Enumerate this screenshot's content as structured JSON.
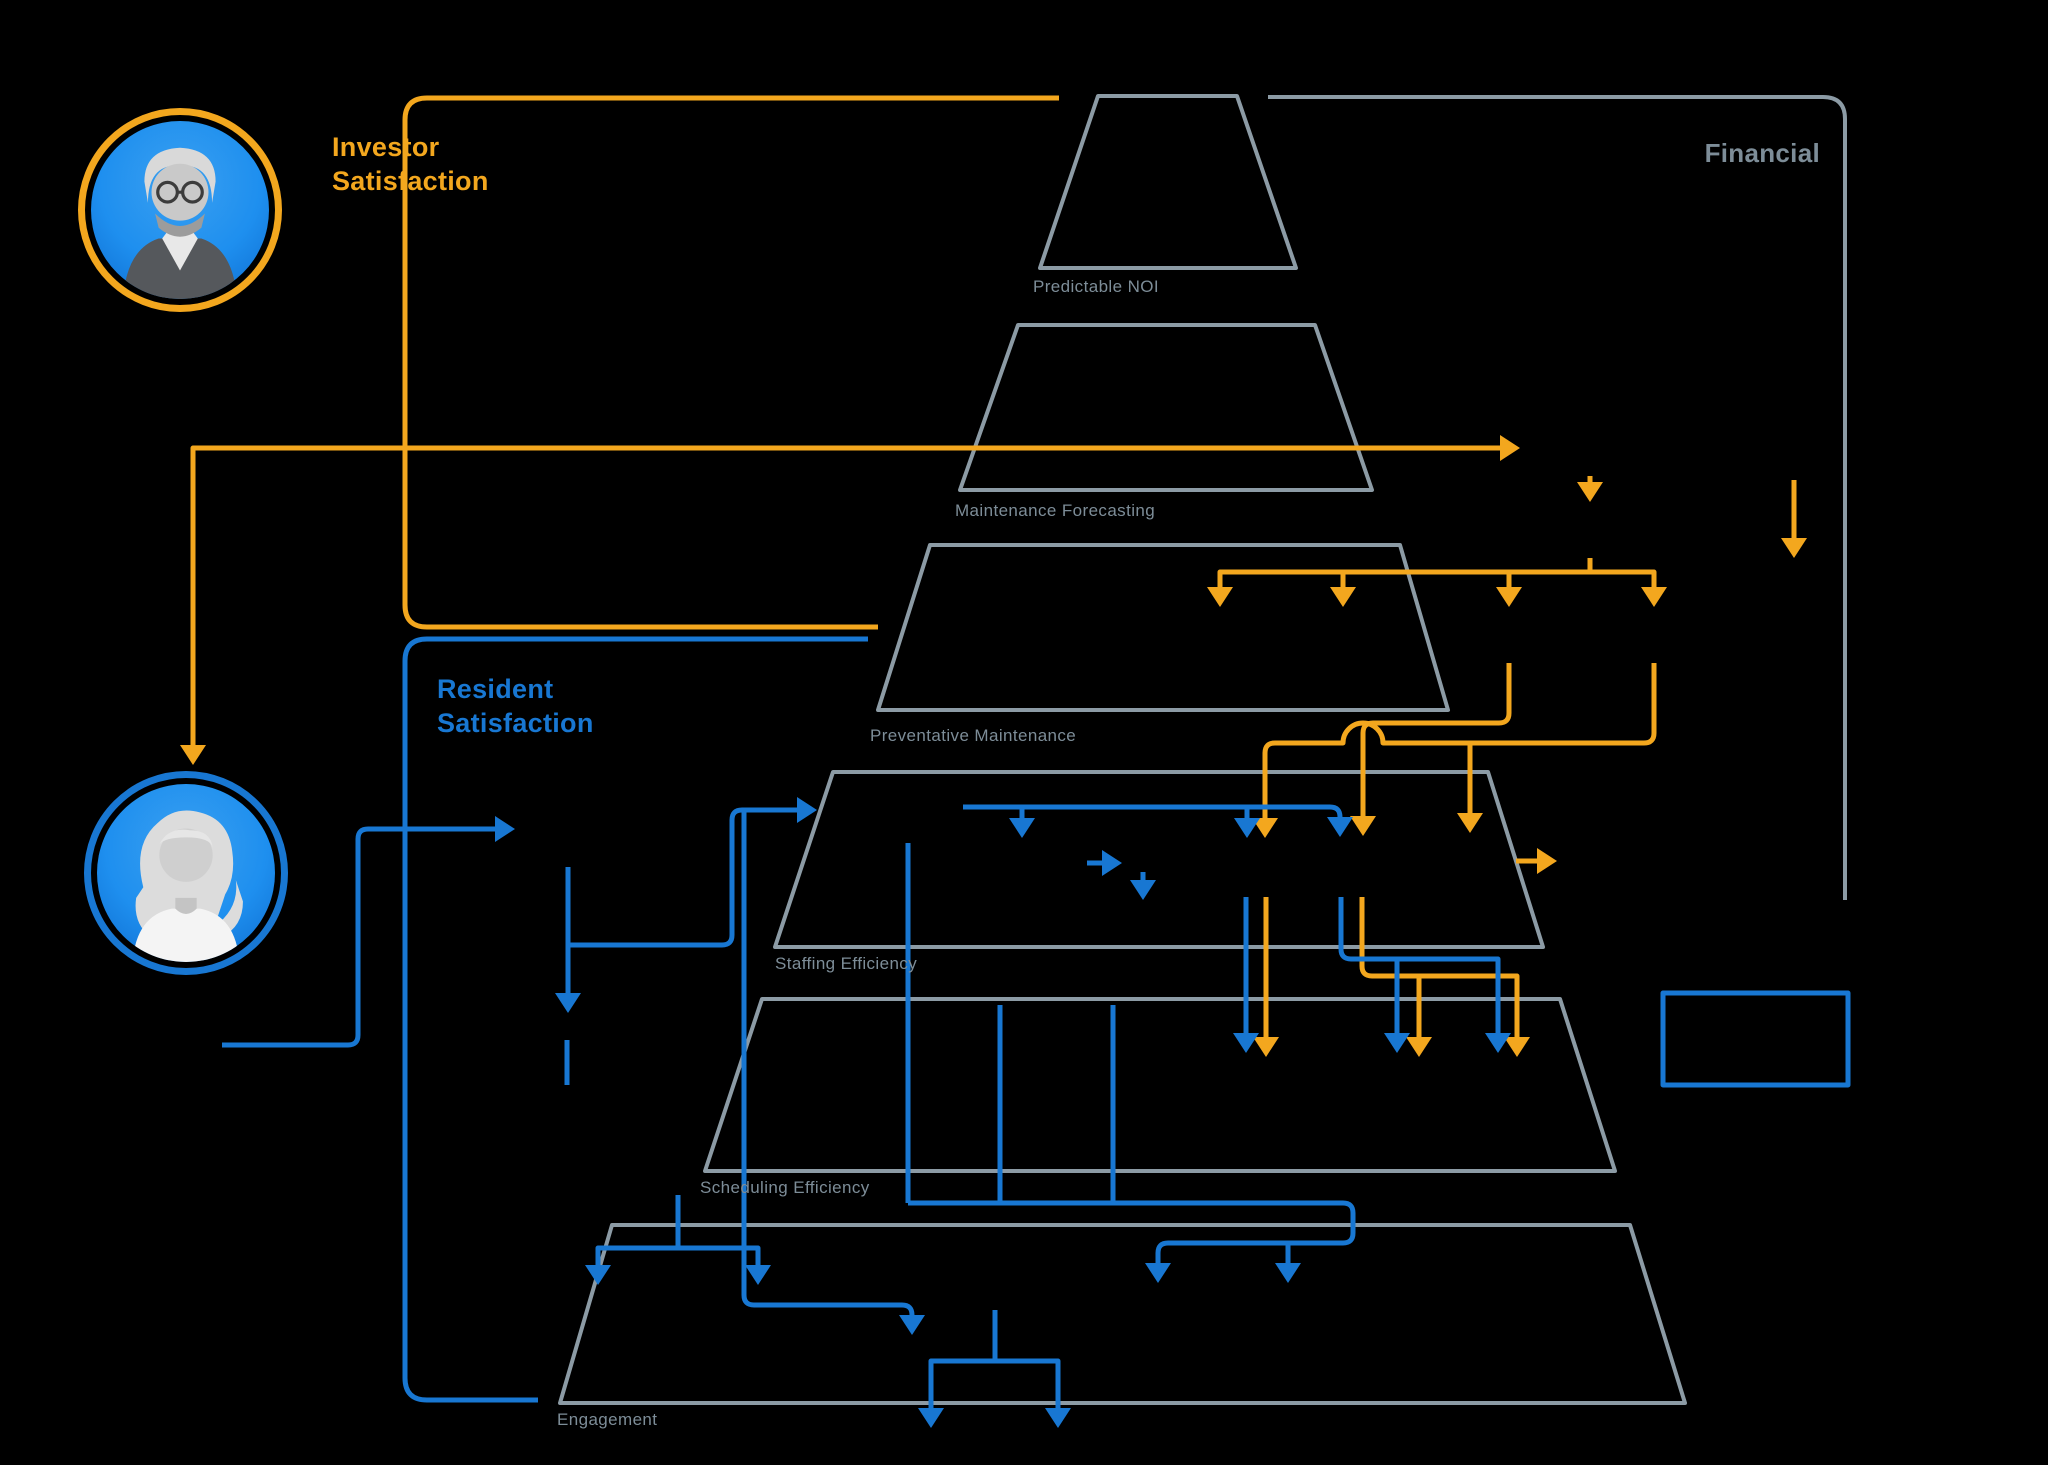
{
  "colors": {
    "background": "#000000",
    "investor": "#F3A71E",
    "resident": "#1877D2",
    "structure": "#8C9BA5",
    "label": "#7D8D98",
    "avatarblue": "#1E8FEF"
  },
  "sections": {
    "investor": {
      "title": "Investor Satisfaction"
    },
    "resident": {
      "title": "Resident Satisfaction"
    },
    "financial": {
      "title": "Financial"
    }
  },
  "pyramid": {
    "levels": [
      {
        "label": "Predictable NOI"
      },
      {
        "label": "Maintenance Forecasting"
      },
      {
        "label": "Preventative Maintenance"
      },
      {
        "label": "Staffing Efficiency"
      },
      {
        "label": "Scheduling Efficiency"
      },
      {
        "label": "Engagement"
      }
    ]
  }
}
